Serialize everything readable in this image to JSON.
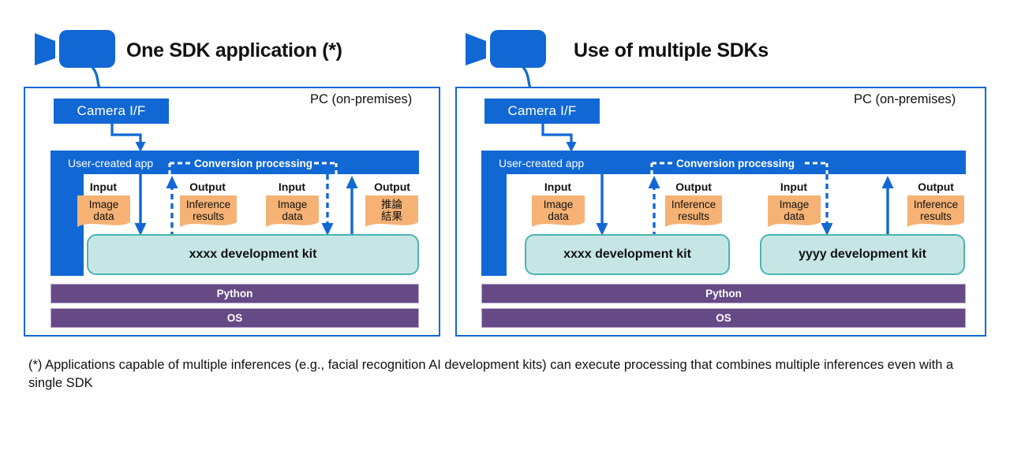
{
  "colors": {
    "blue": "#1168d4",
    "teal_fill": "#c6e6e6",
    "teal_border": "#4cb3b3",
    "orange": "#f5b274",
    "purple": "#664a86",
    "text": "#111111",
    "white": "#ffffff"
  },
  "panels": [
    {
      "id": "one-sdk",
      "heading": "One SDK application (*)",
      "camera_icon": "video-camera-icon",
      "pc_label": "PC (on-premises)",
      "camera_if": "Camera I/F",
      "app_label": "User-created app",
      "conversion_label": "Conversion processing",
      "columns": [
        {
          "io": "Input",
          "tag": "Image\ndata"
        },
        {
          "io": "Output",
          "tag": "Inference\nresults"
        },
        {
          "io": "Input",
          "tag": "Image\ndata"
        },
        {
          "io": "Output",
          "tag": "推論\n結果"
        }
      ],
      "kits": [
        "xxxx development kit"
      ],
      "stack": [
        "Python",
        "OS"
      ]
    },
    {
      "id": "multi-sdk",
      "heading": "Use of multiple SDKs",
      "camera_icon": "video-camera-icon",
      "pc_label": "PC (on-premises)",
      "camera_if": "Camera I/F",
      "app_label": "User-created app",
      "conversion_label": "Conversion processing",
      "columns": [
        {
          "io": "Input",
          "tag": "Image\ndata"
        },
        {
          "io": "Output",
          "tag": "Inference\nresults"
        },
        {
          "io": "Input",
          "tag": "Image\ndata"
        },
        {
          "io": "Output",
          "tag": "Inference\nresults"
        }
      ],
      "kits": [
        "xxxx development kit",
        "yyyy development kit"
      ],
      "stack": [
        "Python",
        "OS"
      ]
    }
  ],
  "footnote": "(*) Applications capable of multiple inferences (e.g., facial recognition AI development kits) can execute processing that combines multiple inferences even with a single SDK"
}
